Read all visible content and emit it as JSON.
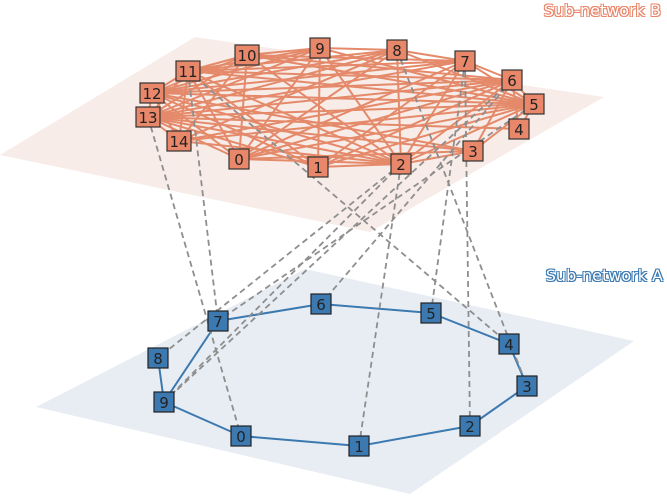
{
  "subnet_b": {
    "label": "Sub-network B",
    "color": "#e8876a",
    "nodes": [
      "0",
      "1",
      "2",
      "3",
      "4",
      "5",
      "6",
      "7",
      "8",
      "9",
      "10",
      "11",
      "12",
      "13",
      "14"
    ],
    "edges": [
      [
        "0",
        "2"
      ],
      [
        "0",
        "3"
      ],
      [
        "0",
        "5"
      ],
      [
        "0",
        "6"
      ],
      [
        "0",
        "7"
      ],
      [
        "0",
        "8"
      ],
      [
        "0",
        "9"
      ],
      [
        "0",
        "10"
      ],
      [
        "0",
        "11"
      ],
      [
        "0",
        "12"
      ],
      [
        "0",
        "13"
      ],
      [
        "1",
        "2"
      ],
      [
        "1",
        "5"
      ],
      [
        "1",
        "6"
      ],
      [
        "1",
        "7"
      ],
      [
        "1",
        "9"
      ],
      [
        "1",
        "11"
      ],
      [
        "1",
        "12"
      ],
      [
        "1",
        "13"
      ],
      [
        "2",
        "3"
      ],
      [
        "2",
        "5"
      ],
      [
        "2",
        "6"
      ],
      [
        "2",
        "7"
      ],
      [
        "2",
        "8"
      ],
      [
        "2",
        "9"
      ],
      [
        "2",
        "10"
      ],
      [
        "2",
        "11"
      ],
      [
        "2",
        "12"
      ],
      [
        "2",
        "13"
      ],
      [
        "2",
        "14"
      ],
      [
        "3",
        "5"
      ],
      [
        "3",
        "6"
      ],
      [
        "3",
        "12"
      ],
      [
        "3",
        "13"
      ],
      [
        "4",
        "5"
      ],
      [
        "4",
        "6"
      ],
      [
        "4",
        "13"
      ],
      [
        "5",
        "6"
      ],
      [
        "5",
        "7"
      ],
      [
        "5",
        "8"
      ],
      [
        "5",
        "9"
      ],
      [
        "5",
        "10"
      ],
      [
        "5",
        "11"
      ],
      [
        "5",
        "12"
      ],
      [
        "5",
        "13"
      ],
      [
        "5",
        "14"
      ],
      [
        "6",
        "7"
      ],
      [
        "6",
        "10"
      ],
      [
        "6",
        "11"
      ],
      [
        "6",
        "12"
      ],
      [
        "6",
        "13"
      ],
      [
        "6",
        "14"
      ],
      [
        "7",
        "8"
      ],
      [
        "7",
        "10"
      ],
      [
        "7",
        "11"
      ],
      [
        "7",
        "12"
      ],
      [
        "7",
        "13"
      ],
      [
        "8",
        "9"
      ],
      [
        "8",
        "11"
      ],
      [
        "8",
        "12"
      ],
      [
        "8",
        "13"
      ],
      [
        "8",
        "14"
      ],
      [
        "9",
        "10"
      ],
      [
        "9",
        "11"
      ],
      [
        "9",
        "12"
      ],
      [
        "9",
        "13"
      ],
      [
        "10",
        "11"
      ],
      [
        "10",
        "12"
      ],
      [
        "10",
        "13"
      ],
      [
        "10",
        "14"
      ],
      [
        "11",
        "12"
      ],
      [
        "11",
        "13"
      ],
      [
        "11",
        "14"
      ],
      [
        "12",
        "13"
      ],
      [
        "12",
        "14"
      ],
      [
        "13",
        "14"
      ]
    ]
  },
  "subnet_a": {
    "label": "Sub-network A",
    "color": "#3b79b0",
    "nodes": [
      "0",
      "1",
      "2",
      "3",
      "4",
      "5",
      "6",
      "7",
      "8",
      "9"
    ],
    "edges": [
      [
        "0",
        "1"
      ],
      [
        "1",
        "2"
      ],
      [
        "2",
        "3"
      ],
      [
        "3",
        "4"
      ],
      [
        "4",
        "5"
      ],
      [
        "5",
        "6"
      ],
      [
        "6",
        "7"
      ],
      [
        "7",
        "9"
      ],
      [
        "9",
        "8"
      ],
      [
        "9",
        "0"
      ]
    ]
  },
  "interlinks": [
    [
      "13",
      "0"
    ],
    [
      "11",
      "7"
    ],
    [
      "11",
      "4"
    ],
    [
      "2",
      "1"
    ],
    [
      "2",
      "9"
    ],
    [
      "2",
      "8"
    ],
    [
      "6",
      "9"
    ],
    [
      "6",
      "6"
    ],
    [
      "5",
      "7"
    ],
    [
      "7",
      "5"
    ],
    [
      "7",
      "2"
    ],
    [
      "8",
      "3"
    ]
  ]
}
